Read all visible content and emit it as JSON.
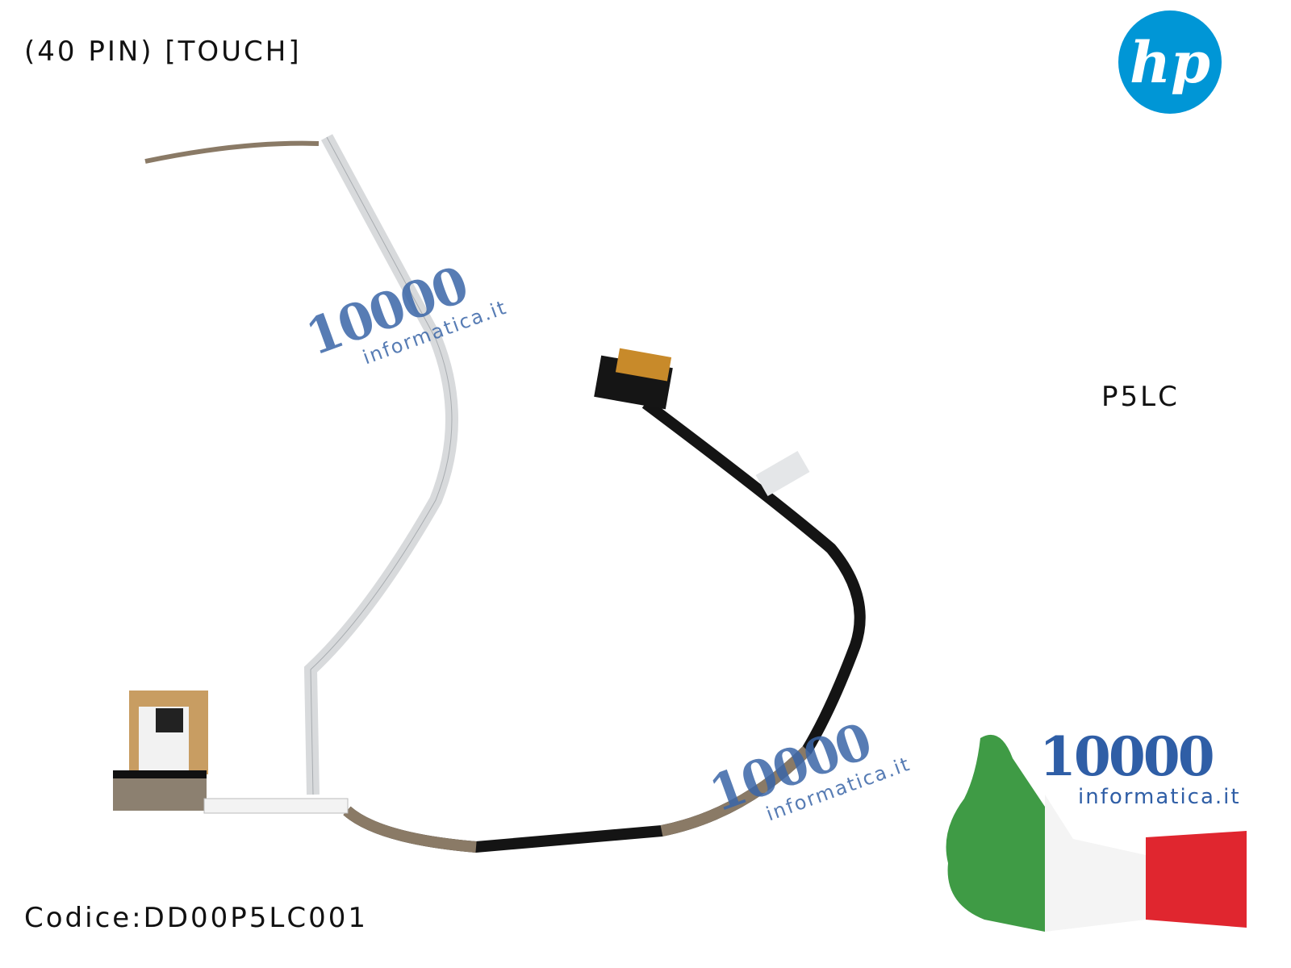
{
  "header": {
    "title": "(40 PIN) [TOUCH]"
  },
  "brand": {
    "logo_text": "hp",
    "color": "#0096d6"
  },
  "product": {
    "model": "P5LC",
    "code": "Codice:DD00P5LC001"
  },
  "watermark": {
    "number": "10000",
    "domain": "informatica.it",
    "color": "#3a66a8"
  },
  "footer_logo": {
    "number": "10000",
    "domain": "informatica.it",
    "flag_colors": [
      "#3f9b45",
      "#f4f4f4",
      "#e0262f"
    ]
  }
}
